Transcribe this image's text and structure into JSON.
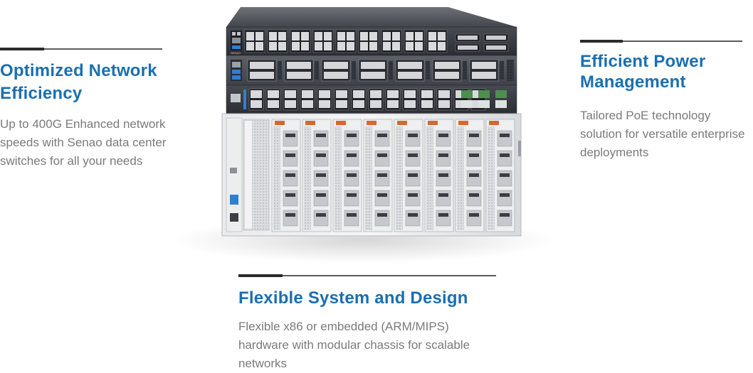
{
  "features": {
    "left": {
      "title": "Optimized Network Efficiency",
      "description": "Up to 400G Enhanced network speeds with Senao data center switches  for all your needs"
    },
    "right": {
      "title": "Efficient Power Management",
      "description": "Tailored PoE technology solution for versatile enterprise deployments"
    },
    "bottom": {
      "title": "Flexible System and Design",
      "description": "Flexible x86 or embedded (ARM/MIPS) hardware with modular chassis for scalable networks"
    }
  },
  "product_image": {
    "brand_label": "SENAO"
  },
  "colors": {
    "title": "#1a6fb0",
    "text": "#7a7a7a",
    "rule": "#5b5b5b",
    "chassis": "#3a3d44",
    "line_card": "#d9dadc"
  }
}
